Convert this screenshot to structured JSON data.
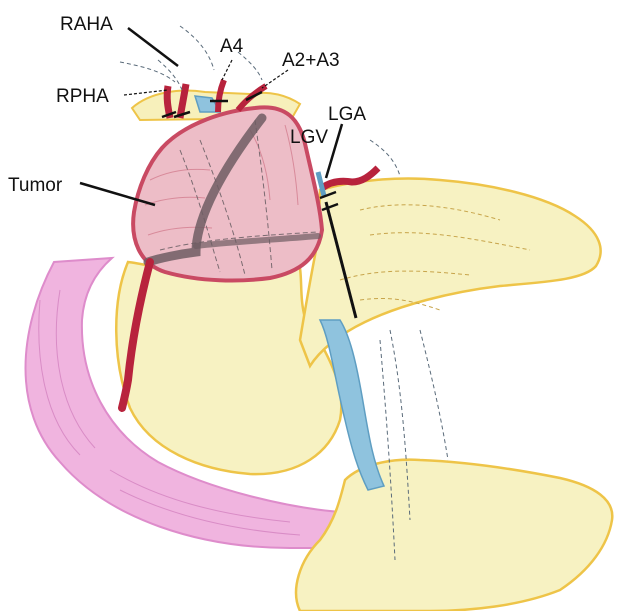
{
  "labels": {
    "raha": "RAHA",
    "rpha": "RPHA",
    "a4": "A4",
    "a2a3": "A2+A3",
    "lga": "LGA",
    "lgv": "LGV",
    "tumor": "Tumor"
  },
  "colors": {
    "tumor": "#c94a63",
    "tumor_fill": "#ecb9c3",
    "vessel_red": "#b8233d",
    "portal_blue": "#8fc3de",
    "parenchyma": "#f6f0bf",
    "capsule": "#f2c84a",
    "duodenum": "#e79ad3",
    "resection": "#6e5d63"
  }
}
